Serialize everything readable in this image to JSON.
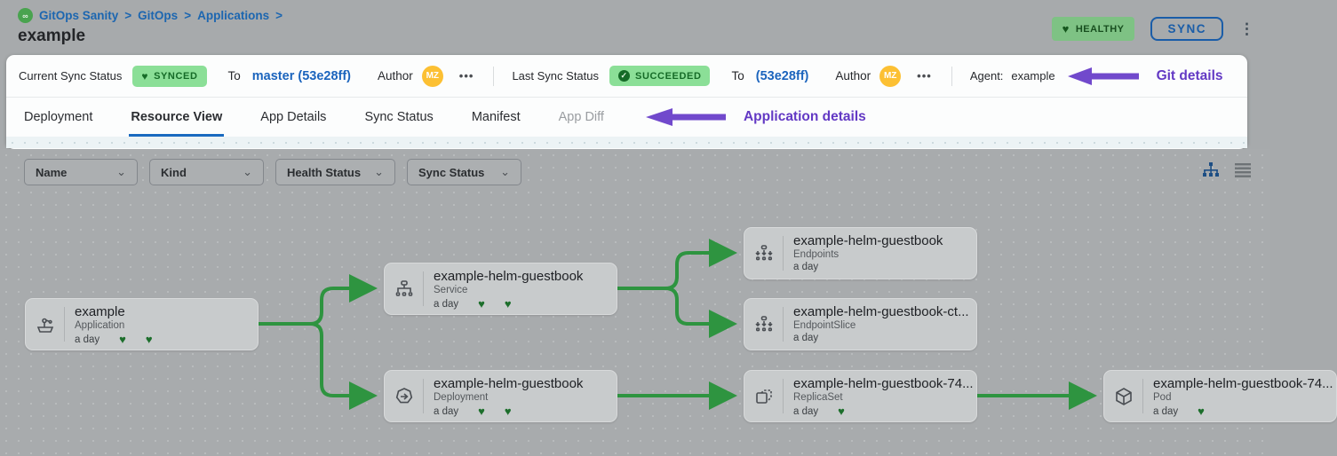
{
  "icons": {
    "heart": "♥",
    "chevron": "⌄",
    "ellipsis": "•••",
    "kebab": "⋮",
    "check": "✓",
    "breadcrumb_sep": ">",
    "logo_glyph": "∞"
  },
  "colors": {
    "accent_blue": "#1b64bd",
    "annotation_purple": "#6339c4",
    "edge_green": "#2e9440",
    "badge_green_bg": "#8bdf97",
    "badge_green_text": "#156b27",
    "healthy_bg": "#7ec284",
    "avatar_bg": "#fcc033",
    "canvas_bg": "#a8abad"
  },
  "breadcrumb": {
    "items": [
      {
        "label": "GitOps Sanity"
      },
      {
        "label": "GitOps"
      },
      {
        "label": "Applications"
      }
    ],
    "title": "example"
  },
  "header": {
    "health_badge": "HEALTHY",
    "sync_button": "SYNC"
  },
  "status_bar": {
    "current": {
      "label": "Current Sync Status",
      "badge": "SYNCED",
      "to_label": "To",
      "revision": "master (53e28ff)",
      "author_label": "Author",
      "avatar": "MZ"
    },
    "last": {
      "label": "Last Sync Status",
      "badge": "SUCCEEDED",
      "to_label": "To",
      "revision": "(53e28ff)",
      "author_label": "Author",
      "avatar": "MZ"
    },
    "agent": {
      "label": "Agent:",
      "value": "example"
    },
    "annotation": "Git details"
  },
  "tabs": {
    "items": [
      {
        "label": "Deployment",
        "state": "normal"
      },
      {
        "label": "Resource View",
        "state": "active"
      },
      {
        "label": "App Details",
        "state": "normal"
      },
      {
        "label": "Sync Status",
        "state": "normal"
      },
      {
        "label": "Manifest",
        "state": "normal"
      },
      {
        "label": "App Diff",
        "state": "disabled"
      }
    ],
    "annotation": "Application details"
  },
  "filters": [
    {
      "label": "Name"
    },
    {
      "label": "Kind"
    },
    {
      "label": "Health Status"
    },
    {
      "label": "Sync Status"
    }
  ],
  "view_toggle": {
    "selected": "tree-view",
    "options": [
      "tree-view",
      "list-view"
    ]
  },
  "graph": {
    "nodes": [
      {
        "title": "example",
        "kind": "Application",
        "age": "a day",
        "hearts": 2,
        "icon": "application-icon"
      },
      {
        "title": "example-helm-guestbook",
        "kind": "Service",
        "age": "a day",
        "hearts": 2,
        "icon": "service-icon"
      },
      {
        "title": "example-helm-guestbook",
        "kind": "Endpoints",
        "age": "a day",
        "hearts": 0,
        "icon": "endpoints-icon"
      },
      {
        "title": "example-helm-guestbook-ct...",
        "kind": "EndpointSlice",
        "age": "a day",
        "hearts": 0,
        "icon": "endpointslice-icon"
      },
      {
        "title": "example-helm-guestbook",
        "kind": "Deployment",
        "age": "a day",
        "hearts": 2,
        "icon": "deployment-icon"
      },
      {
        "title": "example-helm-guestbook-74...",
        "kind": "ReplicaSet",
        "age": "a day",
        "hearts": 1,
        "icon": "replicaset-icon"
      },
      {
        "title": "example-helm-guestbook-74...",
        "kind": "Pod",
        "age": "a day",
        "hearts": 1,
        "icon": "pod-icon"
      }
    ],
    "edges": [
      {
        "from": "example",
        "to": "example-helm-guestbook (Service)"
      },
      {
        "from": "example",
        "to": "example-helm-guestbook (Deployment)"
      },
      {
        "from": "example-helm-guestbook (Service)",
        "to": "example-helm-guestbook (Endpoints)"
      },
      {
        "from": "example-helm-guestbook (Service)",
        "to": "example-helm-guestbook-ct... (EndpointSlice)"
      },
      {
        "from": "example-helm-guestbook (Deployment)",
        "to": "example-helm-guestbook-74... (ReplicaSet)"
      },
      {
        "from": "example-helm-guestbook-74... (ReplicaSet)",
        "to": "example-helm-guestbook-74... (Pod)"
      }
    ]
  }
}
